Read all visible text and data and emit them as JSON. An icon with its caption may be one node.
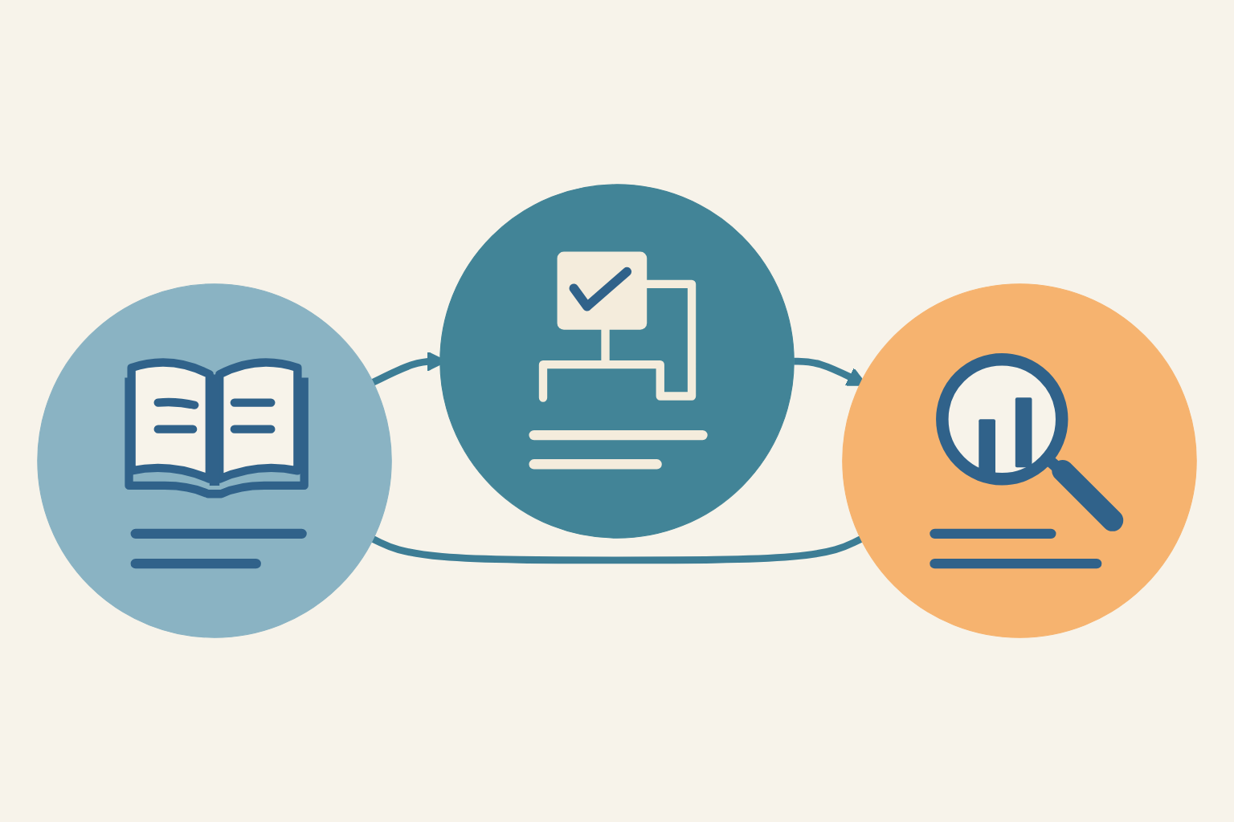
{
  "diagram": {
    "nodes": [
      {
        "text": [],
        "shape": "circle"
      },
      {
        "text": [],
        "shape": "circle"
      },
      {
        "text": [],
        "shape": "circle"
      }
    ],
    "edges": [
      {
        "from": 0,
        "to": 1,
        "arrow": "to"
      },
      {
        "from": 1,
        "to": 2,
        "arrow": "to"
      },
      {
        "from": 0,
        "to": 2,
        "arrow": "none"
      }
    ]
  }
}
